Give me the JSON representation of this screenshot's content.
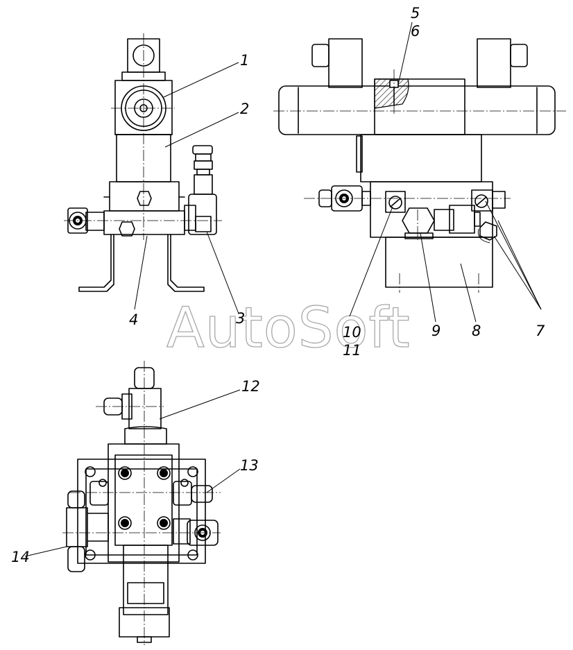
{
  "watermark": "AutoSoft",
  "callouts": {
    "c1": "1",
    "c2": "2",
    "c3": "3",
    "c4": "4",
    "c5": "5",
    "c6": "6",
    "c7": "7",
    "c8": "8",
    "c9": "9",
    "c10": "10",
    "c11": "11",
    "c12": "12",
    "c13": "13",
    "c14": "14"
  }
}
